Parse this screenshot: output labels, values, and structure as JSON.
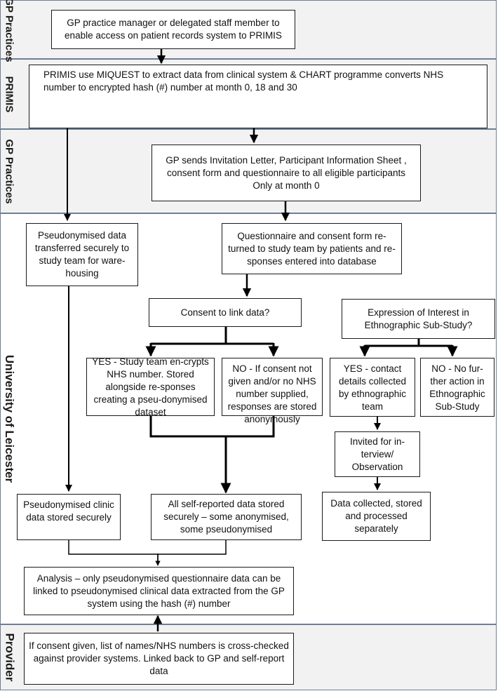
{
  "lanes": {
    "gp_top": "GP Practices",
    "primis": "PRIMIS",
    "gp_mid": "GP Practices",
    "uol": "University of Leicester",
    "provider": "Provider"
  },
  "boxes": {
    "gp_manager": "GP practice manager or delegated staff member to enable access on patient records system to PRIMIS",
    "primis_extract": "PRIMIS use MIQUEST to extract data from clinical system & CHART programme converts NHS number to encrypted hash (#) number at month 0, 18 and 30",
    "gp_sends": "GP sends Invitation Letter, Participant Information Sheet , consent form and questionnaire to all eligible participants Only at month 0",
    "pseudo_transferred": "Pseudonymised data transferred securely to study team for ware-housing",
    "questionnaire_returned": "Questionnaire and consent form re-turned to study team by patients and re-sponses entered into database",
    "consent_link": "Consent to link data?",
    "expression_interest": "Expression of Interest in Ethnographic Sub-Study?",
    "yes_encrypt": "YES - Study team en-crypts NHS number. Stored alongside re-sponses creating a pseu-donymised dataset",
    "no_consent": "NO - If consent not given and/or no NHS number supplied, responses are stored anonymously",
    "yes_contact": "YES - contact details collected by ethnographic team",
    "no_further": "NO - No fur-ther action in Ethnographic Sub-Study",
    "invited": "Invited for in-terview/ Observation",
    "pseudo_clinic": "Pseudonymised clinic data stored securely",
    "self_reported": "All self-reported data stored securely – some anonymised, some pseudonymised",
    "data_collected": "Data collected, stored and processed separately",
    "analysis": "Analysis – only pseudonymised questionnaire data can be linked to pseudonymised clinical data extracted from the GP system using the hash (#) number",
    "provider_check": "If consent given, list of names/NHS numbers is cross-checked against provider systems. Linked back to GP and self-report data"
  },
  "colors": {
    "lane_fill": "#f2f2f2",
    "lane_border": "#6e7f96",
    "box_border": "#1a1a1a",
    "arrow": "#000000"
  }
}
